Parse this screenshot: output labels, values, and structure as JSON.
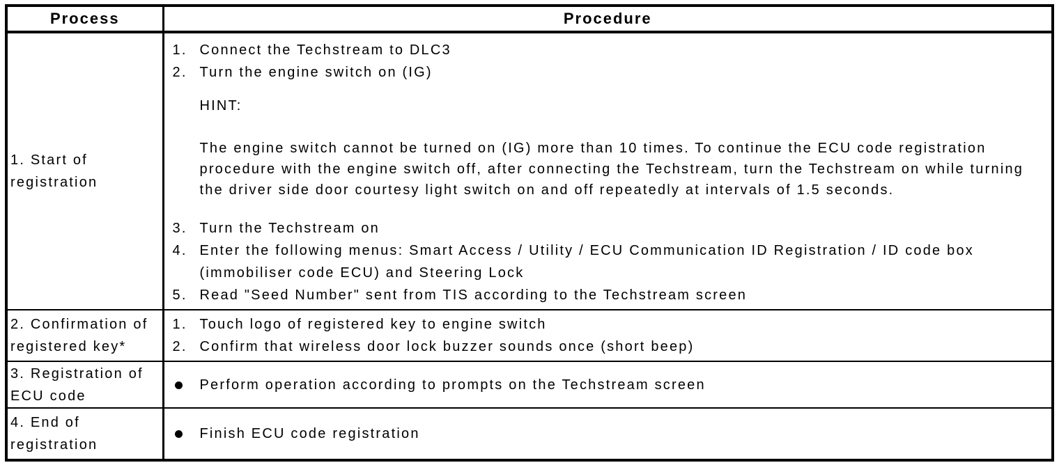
{
  "colors": {
    "border": "#000000",
    "text": "#000000",
    "background": "#ffffff"
  },
  "header": {
    "process": "Process",
    "procedure": "Procedure"
  },
  "rows": [
    {
      "process": "1. Start of registration",
      "steps_a": [
        {
          "n": "1.",
          "t": "Connect the Techstream to DLC3"
        },
        {
          "n": "2.",
          "t": "Turn the engine switch on (IG)"
        }
      ],
      "hint_label": "HINT:",
      "hint_lines": [
        "The engine switch cannot be turned on (IG) more than 10 times. To continue the ECU code registration",
        "procedure with the engine switch off, after connecting the Techstream, turn the Techstream on while turning",
        "the driver side door courtesy light switch on and off repeatedly at intervals of 1.5 seconds."
      ],
      "steps_b": [
        {
          "n": "3.",
          "t": "Turn the Techstream on"
        },
        {
          "n": "4.",
          "lines": [
            "Enter the following menus: Smart Access / Utility / ECU Communication ID Registration / ID code box",
            "(immobiliser code ECU) and Steering Lock"
          ]
        },
        {
          "n": "5.",
          "t": "Read \"Seed Number\" sent from TIS according to the Techstream screen"
        }
      ]
    },
    {
      "process": "2. Confirmation of registered key*",
      "steps": [
        {
          "n": "1.",
          "t": "Touch logo of registered key to engine switch"
        },
        {
          "n": "2.",
          "t": "Confirm that wireless door lock buzzer sounds once (short beep)"
        }
      ]
    },
    {
      "process": "3. Registration of ECU code",
      "bullet_text": "Perform operation according to prompts on the Techstream screen"
    },
    {
      "process": "4. End of registration",
      "bullet_text": "Finish ECU code registration"
    }
  ]
}
